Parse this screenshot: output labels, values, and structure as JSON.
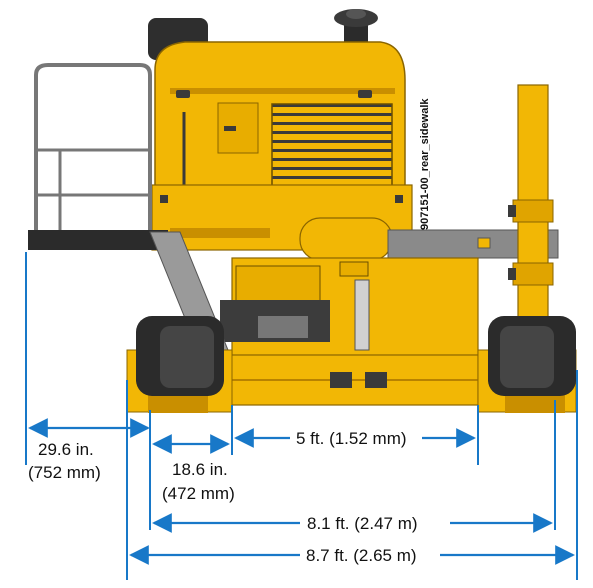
{
  "diagram": {
    "drawing_id": "907151-00_rear_sidewalk",
    "colors": {
      "machine": "#f2b705",
      "machine_shade": "#c98f00",
      "steel": "#8a8a8a",
      "dark": "#2b2b2b",
      "dimension": "#1878c8"
    },
    "dimensions": [
      {
        "id": "walkway-overhang",
        "line1": "29.6 in.",
        "line2": "(752 mm)"
      },
      {
        "id": "track-width",
        "line1": "18.6 in.",
        "line2": "(472 mm)"
      },
      {
        "id": "inner-gauge",
        "line1": "5 ft. (1.52 mm)"
      },
      {
        "id": "track-gauge",
        "line1": "8.1 ft. (2.47 m)"
      },
      {
        "id": "overall-width",
        "line1": "8.7 ft. (2.65 m)"
      }
    ]
  }
}
